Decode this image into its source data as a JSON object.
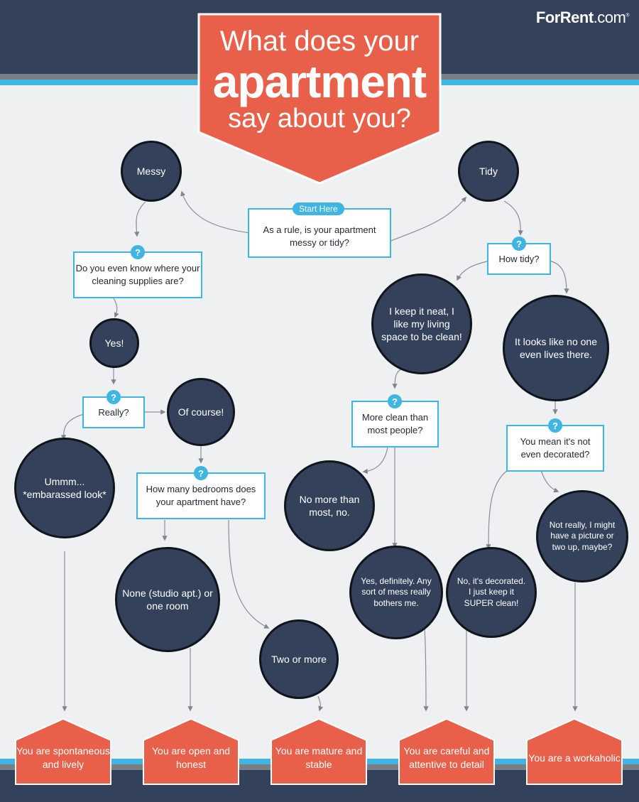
{
  "brand": {
    "logo_main": "ForRent",
    "logo_domain": ".com"
  },
  "title": {
    "line1": "What does your",
    "line2": "apartment",
    "line3": "say about you?"
  },
  "start": {
    "tag": "Start Here",
    "question": "As a rule, is your apartment messy or tidy?"
  },
  "nodes": {
    "messy": "Messy",
    "tidy": "Tidy",
    "supplies_q": "Do you even know where your cleaning supplies are?",
    "yes": "Yes!",
    "really_q": "Really?",
    "of_course": "Of course!",
    "ummm": "Ummm... *embarassed look*",
    "bedrooms_q": "How many bedrooms does your apartment have?",
    "none_studio": "None (studio apt.) or one room",
    "two_or_more": "Two or more",
    "how_tidy_q": "How tidy?",
    "keep_neat": "I keep it neat, I like my living space to be clean!",
    "no_one_lives": "It looks like no one even lives there.",
    "more_clean_q": "More clean than most people?",
    "not_decorated_q": "You mean it's not even decorated?",
    "no_more": "No more than most, no.",
    "yes_definitely": "Yes, definitely. Any sort of mess really bothers me.",
    "decorated": "No, it's decorated. I just keep it SUPER clean!",
    "picture": "Not really, I might have a picture or two up, maybe?"
  },
  "qmark_symbol": "?",
  "results": [
    "You are spontaneous and lively",
    "You are open and honest",
    "You are mature and stable",
    "You are careful and attentive to detail",
    "You are a workaholic"
  ],
  "colors": {
    "navy": "#33425a",
    "accent_blue": "#3fb5e3",
    "coral": "#e9604a",
    "background": "#eef0f1",
    "connector": "#8a8f95"
  }
}
